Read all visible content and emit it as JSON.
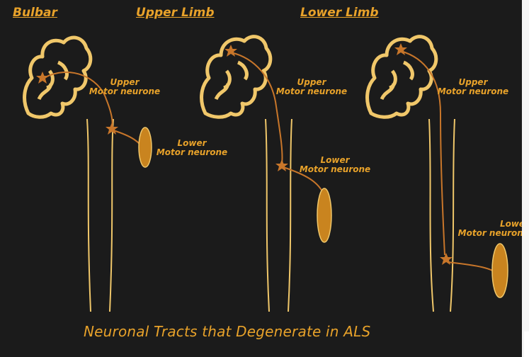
{
  "headings": {
    "bulbar": "Bulbar",
    "upper_limb": "Upper Limb",
    "lower_limb": "Lower Limb"
  },
  "labels": {
    "upper_motor_neurone_1_l1": "Upper",
    "upper_motor_neurone_1_l2": "Motor neurone",
    "lower_motor_neurone_1_l1": "Lower",
    "lower_motor_neurone_1_l2": "Motor neurone",
    "upper_motor_neurone_2_l1": "Upper",
    "upper_motor_neurone_2_l2": "Motor neurone",
    "lower_motor_neurone_2_l1": "Lower",
    "lower_motor_neurone_2_l2": "Motor neurone",
    "upper_motor_neurone_3_l1": "Upper",
    "upper_motor_neurone_3_l2": "Motor neurone",
    "lower_motor_neurone_3_l1": "Lower",
    "lower_motor_neurone_3_l2": "Motor neurone"
  },
  "caption": "Neuronal Tracts that Degenerate in ALS",
  "colors": {
    "background": "#1b1b1b",
    "accent": "#e8a22a",
    "neuron": "#c8762a",
    "muscle": "#c9841f"
  }
}
